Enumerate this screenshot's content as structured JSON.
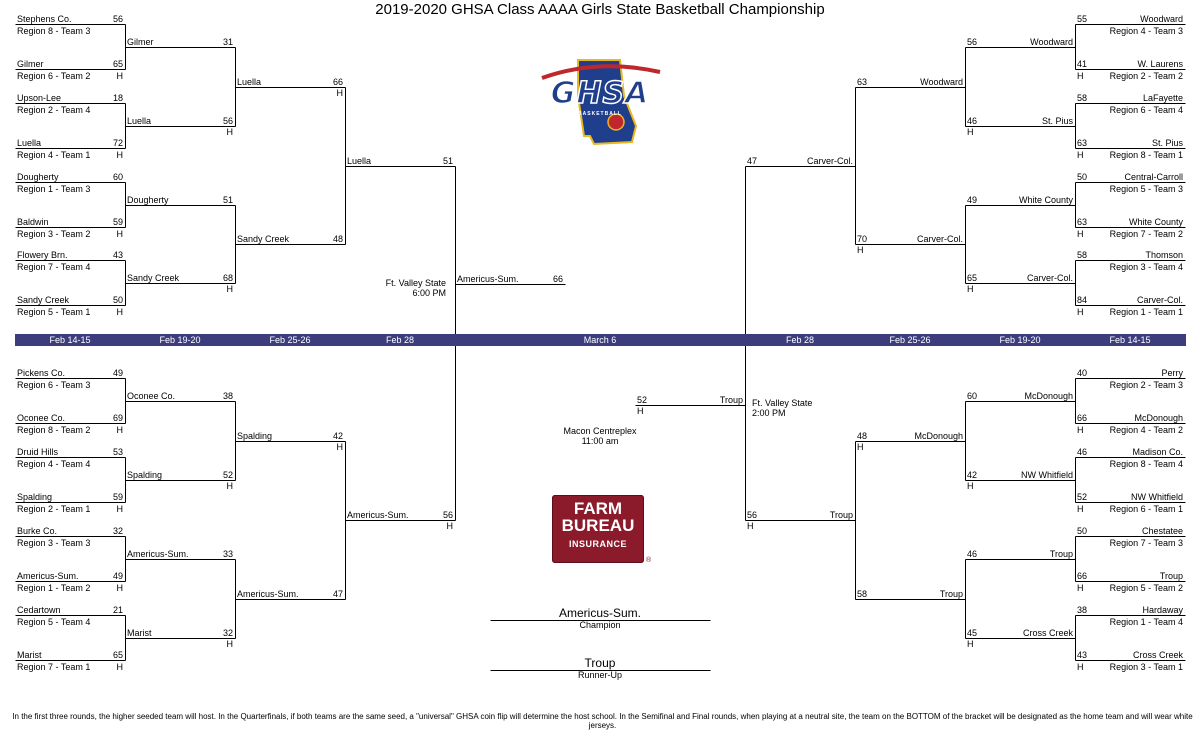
{
  "title": "2019-2020 GHSA Class AAAA Girls State Basketball Championship",
  "logos": {
    "ghsa": {
      "text": "GHSA",
      "sub": "BASKETBALL"
    },
    "sponsor": {
      "line1": "FARM",
      "line2": "BUREAU",
      "line3": "INSURANCE",
      "mark": "®"
    }
  },
  "colors": {
    "band": "#3d3d7e",
    "sponsor": "#8b1a2b",
    "ghsa_blue": "#1f3e8c",
    "ghsa_red": "#c0272d",
    "ghsa_gold": "#e8b81e"
  },
  "dates": [
    "Feb 14-15",
    "Feb 19-20",
    "Feb 25-26",
    "Feb 28",
    "March 6",
    "Feb 28",
    "Feb 25-26",
    "Feb 19-20",
    "Feb 14-15"
  ],
  "venues": {
    "left_semi": {
      "line1": "Ft. Valley State",
      "line2": "6:00 PM"
    },
    "right_semi": {
      "line1": "Ft. Valley State",
      "line2": "2:00 PM"
    },
    "final": {
      "line1": "Macon Centreplex",
      "line2": "11:00 am"
    }
  },
  "host_mark": "H",
  "first_round": [
    {
      "name": "Stephens Co.",
      "seed": "Region 8 - Team 3",
      "score": "56",
      "host": false
    },
    {
      "name": "Gilmer",
      "seed": "Region 6 - Team 2",
      "score": "65",
      "host": true
    },
    {
      "name": "Upson-Lee",
      "seed": "Region 2 - Team 4",
      "score": "18",
      "host": false
    },
    {
      "name": "Luella",
      "seed": "Region 4 - Team 1",
      "score": "72",
      "host": true
    },
    {
      "name": "Dougherty",
      "seed": "Region 1 - Team 3",
      "score": "60",
      "host": false
    },
    {
      "name": "Baldwin",
      "seed": "Region 3 - Team 2",
      "score": "59",
      "host": true
    },
    {
      "name": "Flowery Brn.",
      "seed": "Region 7 - Team 4",
      "score": "43",
      "host": false
    },
    {
      "name": "Sandy Creek",
      "seed": "Region 5 - Team 1",
      "score": "50",
      "host": true
    },
    {
      "name": "Pickens Co.",
      "seed": "Region 6 - Team 3",
      "score": "49",
      "host": false
    },
    {
      "name": "Oconee Co.",
      "seed": "Region 8 - Team 2",
      "score": "69",
      "host": true
    },
    {
      "name": "Druid Hills",
      "seed": "Region 4 - Team 4",
      "score": "53",
      "host": false
    },
    {
      "name": "Spalding",
      "seed": "Region 2 - Team 1",
      "score": "59",
      "host": true
    },
    {
      "name": "Burke Co.",
      "seed": "Region 3 - Team 3",
      "score": "32",
      "host": false
    },
    {
      "name": "Americus-Sum.",
      "seed": "Region 1 - Team 2",
      "score": "49",
      "host": true
    },
    {
      "name": "Cedartown",
      "seed": "Region 5 - Team 4",
      "score": "21",
      "host": false
    },
    {
      "name": "Marist",
      "seed": "Region 7 - Team 1",
      "score": "65",
      "host": true
    },
    {
      "name": "Woodward",
      "seed": "Region 4 - Team 3",
      "score": "55",
      "host": false
    },
    {
      "name": "W. Laurens",
      "seed": "Region 2 - Team 2",
      "score": "41",
      "host": true
    },
    {
      "name": "LaFayette",
      "seed": "Region  6 - Team 4",
      "score": "58",
      "host": false
    },
    {
      "name": "St. Pius",
      "seed": "Region 8 - Team 1",
      "score": "63",
      "host": true
    },
    {
      "name": "Central-Carroll",
      "seed": "Region 5 - Team 3",
      "score": "50",
      "host": false
    },
    {
      "name": "White County",
      "seed": "Region 7 - Team 2",
      "score": "63",
      "host": true
    },
    {
      "name": "Thomson",
      "seed": "Region 3 - Team 4",
      "score": "58",
      "host": false
    },
    {
      "name": "Carver-Col.",
      "seed": "Region 1 - Team 1",
      "score": "84",
      "host": true
    },
    {
      "name": "Perry",
      "seed": "Region 2 - Team 3",
      "score": "40",
      "host": false
    },
    {
      "name": "McDonough",
      "seed": "Region 4 - Team 2",
      "score": "66",
      "host": true
    },
    {
      "name": "Madison Co.",
      "seed": "Region 8 - Team 4",
      "score": "46",
      "host": false
    },
    {
      "name": "NW Whitfield",
      "seed": "Region 6 - Team 1",
      "score": "52",
      "host": true
    },
    {
      "name": "Chestatee",
      "seed": "Region 7 - Team 3",
      "score": "50",
      "host": false
    },
    {
      "name": "Troup",
      "seed": "Region 5 - Team 2",
      "score": "66",
      "host": true
    },
    {
      "name": "Hardaway",
      "seed": "Region 1 - Team 4",
      "score": "38",
      "host": false
    },
    {
      "name": "Cross Creek",
      "seed": "Region 3 - Team 1",
      "score": "43",
      "host": true
    }
  ],
  "second_round": [
    {
      "name": "Gilmer",
      "score": "31",
      "host": false
    },
    {
      "name": "Luella",
      "score": "56",
      "host": true
    },
    {
      "name": "Dougherty",
      "score": "51",
      "host": false
    },
    {
      "name": "Sandy Creek",
      "score": "68",
      "host": true
    },
    {
      "name": "Oconee Co.",
      "score": "38",
      "host": false
    },
    {
      "name": "Spalding",
      "score": "52",
      "host": true
    },
    {
      "name": "Americus-Sum.",
      "score": "33",
      "host": false
    },
    {
      "name": "Marist",
      "score": "32",
      "host": true
    },
    {
      "name": "Woodward",
      "score": "56",
      "host": false
    },
    {
      "name": "St. Pius",
      "score": "46",
      "host": true
    },
    {
      "name": "White County",
      "score": "49",
      "host": false
    },
    {
      "name": "Carver-Col.",
      "score": "65",
      "host": true
    },
    {
      "name": "McDonough",
      "score": "60",
      "host": false
    },
    {
      "name": "NW Whitfield",
      "score": "42",
      "host": true
    },
    {
      "name": "Troup",
      "score": "46",
      "host": false
    },
    {
      "name": "Cross Creek",
      "score": "45",
      "host": true
    }
  ],
  "quarterfinals": [
    {
      "name": "Luella",
      "score": "66",
      "host": true
    },
    {
      "name": "Sandy Creek",
      "score": "48",
      "host": false
    },
    {
      "name": "Spalding",
      "score": "42",
      "host": true
    },
    {
      "name": "Americus-Sum.",
      "score": "47",
      "host": false
    },
    {
      "name": "Woodward",
      "score": "63",
      "host": false
    },
    {
      "name": "Carver-Col.",
      "score": "70",
      "host": true
    },
    {
      "name": "McDonough",
      "score": "48",
      "host": true
    },
    {
      "name": "Troup",
      "score": "58",
      "host": false
    }
  ],
  "semifinals": [
    {
      "name": "Luella",
      "score": "51",
      "host": false
    },
    {
      "name": "Americus-Sum.",
      "score": "56",
      "host": true
    },
    {
      "name": "Carver-Col.",
      "score": "47",
      "host": false
    },
    {
      "name": "Troup",
      "score": "56",
      "host": true
    }
  ],
  "finals": [
    {
      "name": "Americus-Sum.",
      "score": "66",
      "host": false
    },
    {
      "name": "Troup",
      "score": "52",
      "host": true
    }
  ],
  "champion": {
    "name": "Americus-Sum.",
    "label": "Champion"
  },
  "runner_up": {
    "name": "Troup",
    "label": "Runner-Up"
  },
  "footnote": "In the first three rounds, the higher seeded team will host. In the Quarterfinals, if both teams are the same seed, a \"universal\" GHSA coin flip will determine the host school. In the Semifinal and Final rounds, when playing at a neutral site, the team on the BOTTOM of the bracket will be designated as the home team and will wear white jerseys."
}
